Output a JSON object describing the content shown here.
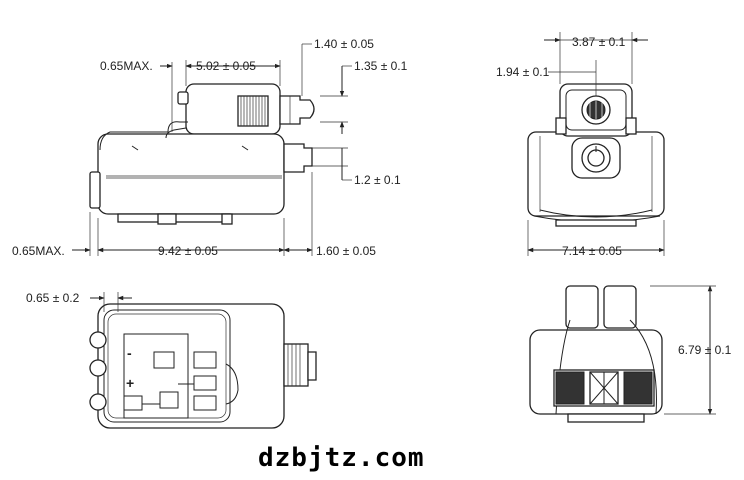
{
  "dimensions": {
    "top_left": {
      "d_065max_top": "0.65MAX.",
      "d_502": "5.02 ± 0.05",
      "d_140": "1.40 ± 0.05",
      "d_135": "1.35 ± 0.1",
      "d_12": "1.2 ± 0.1",
      "d_065max_bottom": "0.65MAX.",
      "d_942": "9.42 ± 0.05",
      "d_160": "1.60 ± 0.05"
    },
    "top_right": {
      "d_387": "3.87 ± 0.1",
      "d_194": "1.94 ± 0.1",
      "d_714": "7.14 ± 0.05"
    },
    "bottom_left": {
      "d_065": "0.65 ± 0.2",
      "minus_sign": "-",
      "plus_sign": "+"
    },
    "bottom_right": {
      "d_679": "6.79 ± 0.1"
    }
  },
  "watermark": "dzbjtz.com"
}
